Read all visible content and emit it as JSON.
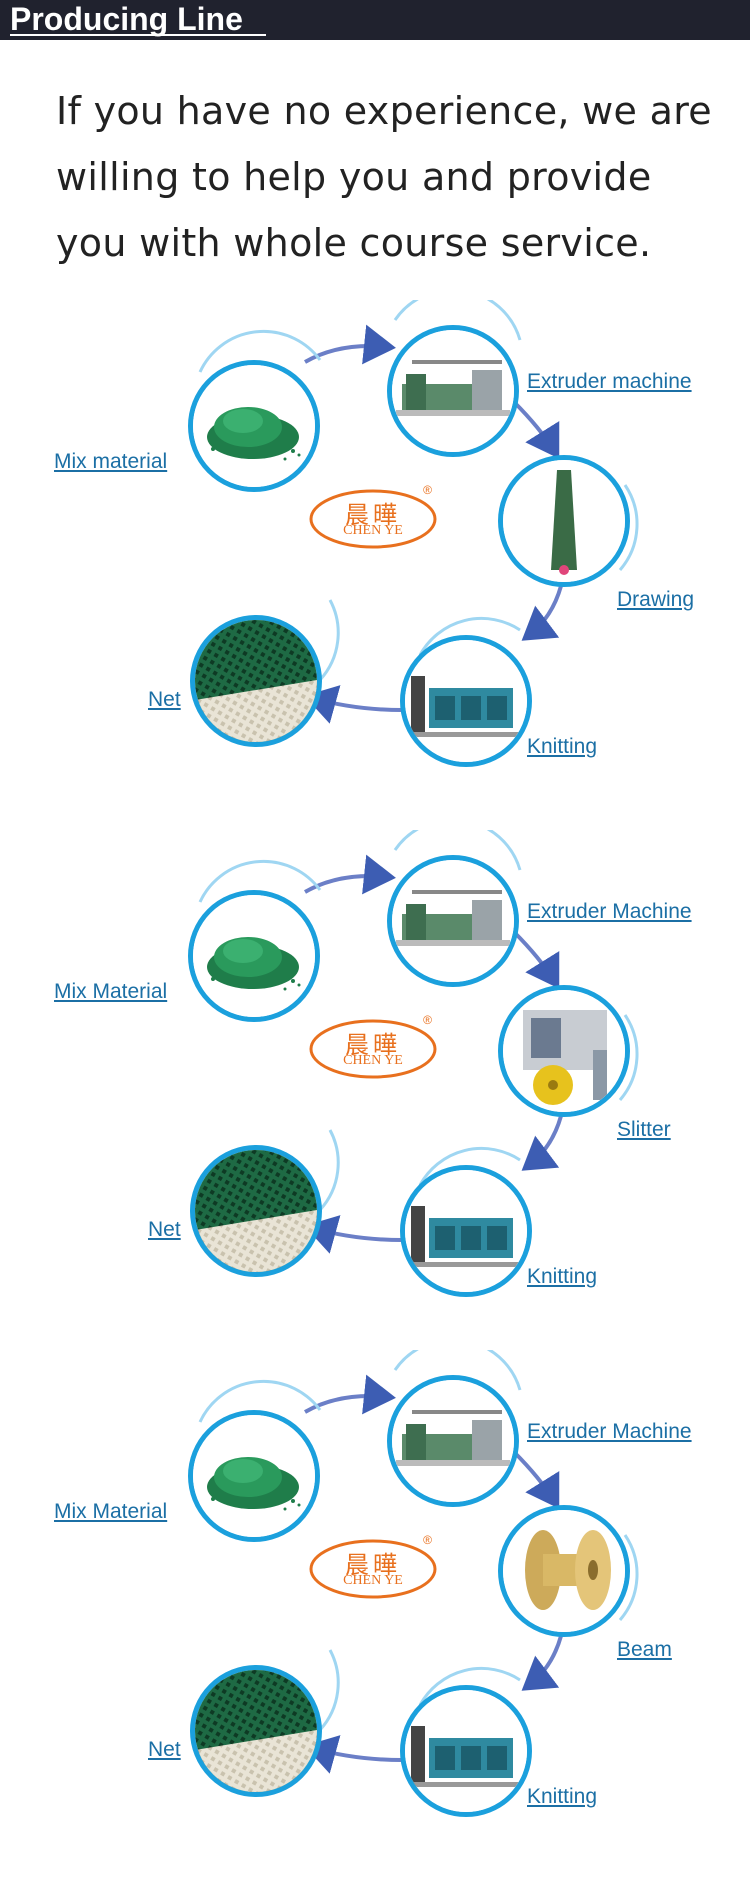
{
  "header": {
    "title": "Producing Line"
  },
  "intro": {
    "text": "If you have no experience, we are willing to help you and provide you with whole course service."
  },
  "brand": {
    "chinese": "晨曄",
    "english": "CHEN YE",
    "registered": "®",
    "color": "#e8701e"
  },
  "accent_color": "#1ba0dd",
  "link_color": "#1b6fa5",
  "lines": [
    {
      "labels": {
        "input": "Mix material",
        "extruder": "Extruder machine",
        "process": "Drawing",
        "knitting": "Knitting",
        "output": "Net"
      },
      "process_image": "yarn-cone"
    },
    {
      "labels": {
        "input": "Mix Material",
        "extruder": "Extruder Machine",
        "process": "Slitter",
        "knitting": "Knitting",
        "output": "Net"
      },
      "process_image": "slitter-machine"
    },
    {
      "labels": {
        "input": "Mix Material",
        "extruder": "Extruder Machine",
        "process": "Beam",
        "knitting": "Knitting",
        "output": "Net"
      },
      "process_image": "beam-spool"
    }
  ]
}
